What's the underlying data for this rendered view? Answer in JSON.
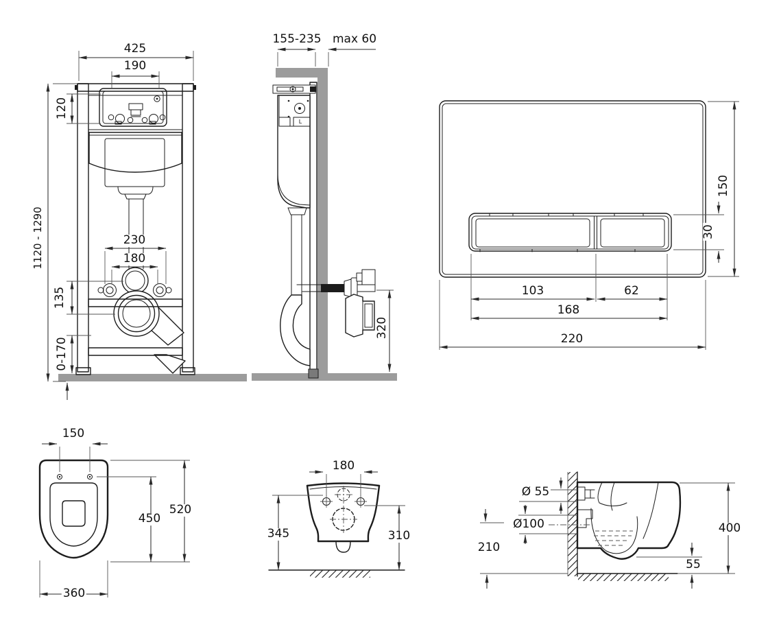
{
  "sheet": {
    "background": "#ffffff",
    "line_color": "#1c1c1c",
    "gray_fill": "#9c9c9c"
  },
  "views": {
    "frame_front": {
      "dims": {
        "total_width": "425",
        "opening_width": "190",
        "opening_height": "120",
        "frame_height_range": "1120 - 1290",
        "fixing_spacing_outer": "230",
        "fixing_spacing_inner": "180",
        "flush_to_outlet": "135",
        "foot_adjustment": "0-170"
      }
    },
    "frame_side": {
      "dims": {
        "depth_range": "155-235",
        "finish_max": "max 60",
        "outlet_height": "320"
      },
      "labels": {
        "valve_mark": "L"
      }
    },
    "flush_plate": {
      "dims": {
        "height": "150",
        "button_height": "30",
        "large_button_width": "103",
        "small_button_width": "62",
        "buttons_total_width": "168",
        "width": "220"
      }
    },
    "bowl_top": {
      "dims": {
        "seat_hole_spacing": "150",
        "length": "520",
        "holes_to_front": "450",
        "width": "360"
      }
    },
    "bowl_rear": {
      "dims": {
        "fixing_spacing": "180",
        "height_outer": "345",
        "height_inner": "310"
      }
    },
    "bowl_side": {
      "dims": {
        "inlet_diameter": "Ø 55",
        "outlet_diameter": "Ø100",
        "outlet_axis_height": "210",
        "depth": "400",
        "bottom_gap": "55"
      }
    }
  }
}
